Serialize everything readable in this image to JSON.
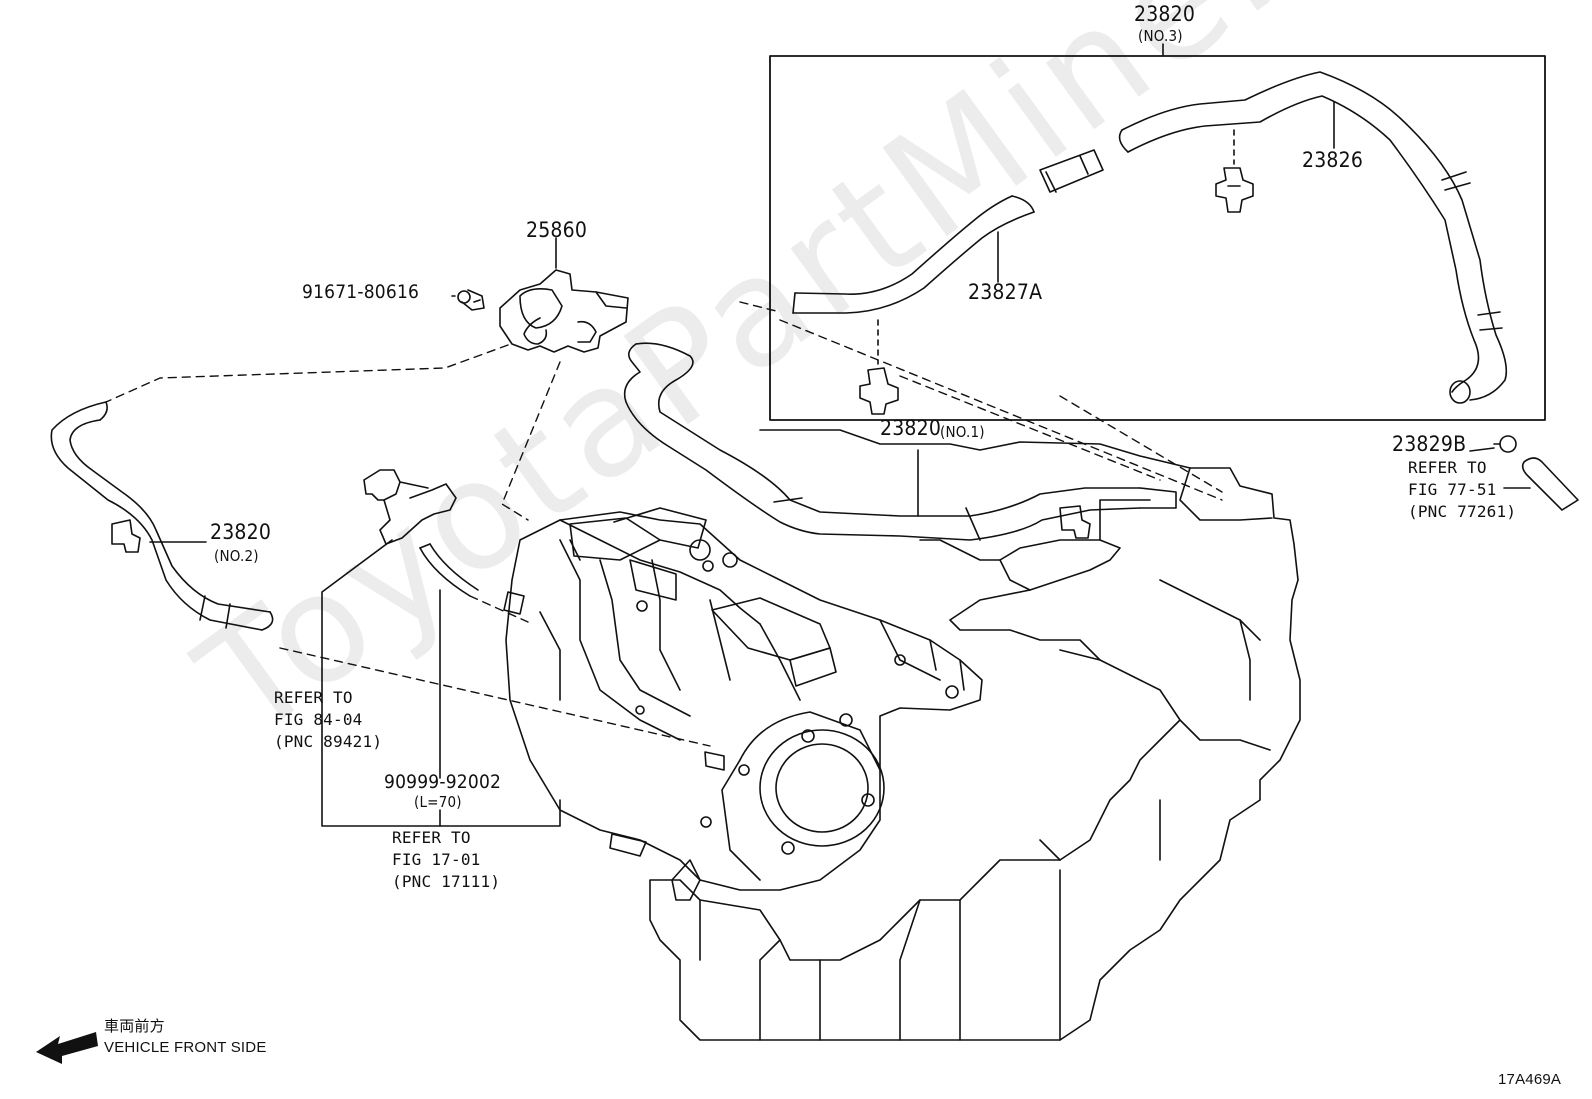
{
  "watermark": "ToyotaPartMine.ru",
  "labels": {
    "p23820_no3": "23820",
    "no3": "(NO.3)",
    "p23826": "23826",
    "p23827a": "23827A",
    "p25860": "25860",
    "p91671": "91671-80616",
    "p23820_no1": "23820",
    "no1": "(NO.1)",
    "p23829b": "23829B",
    "refer_77_a": "REFER TO",
    "refer_77_b": "FIG 77-51",
    "refer_77_c": "(PNC 77261)",
    "p23820_no2": "23820",
    "no2": "(NO.2)",
    "refer_84_a": "REFER TO",
    "refer_84_b": "FIG 84-04",
    "refer_84_c": "(PNC 89421)",
    "p90999": "90999-92002",
    "l70": "(L=70)",
    "refer_17_a": "REFER TO",
    "refer_17_b": "FIG 17-01",
    "refer_17_c": "(PNC 17111)",
    "front_jp": "車両前方",
    "front_en": "VEHICLE FRONT SIDE",
    "fig_code": "17A469A"
  }
}
